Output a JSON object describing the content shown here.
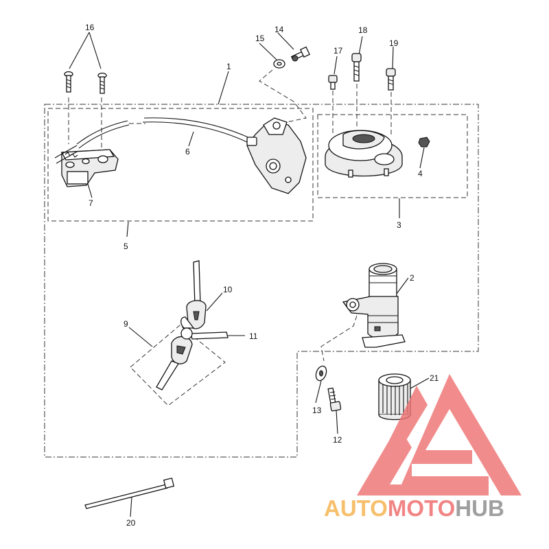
{
  "callouts": {
    "c1": "1",
    "c2": "2",
    "c3": "3",
    "c4": "4",
    "c5": "5",
    "c6": "6",
    "c7": "7",
    "c9": "9",
    "c10": "10",
    "c11": "11",
    "c12": "12",
    "c13": "13",
    "c14": "14",
    "c15": "15",
    "c16": "16",
    "c17": "17",
    "c18": "18",
    "c19": "19",
    "c20": "20",
    "c21": "21"
  },
  "watermark": {
    "part1": "AUTO",
    "part2": "MOTO",
    "part3": "HUB",
    "color_auto": "#f5b14c",
    "color_moto": "#ef6a6a",
    "color_hub": "#8a8a8a",
    "logo_color": "#ef7373"
  }
}
